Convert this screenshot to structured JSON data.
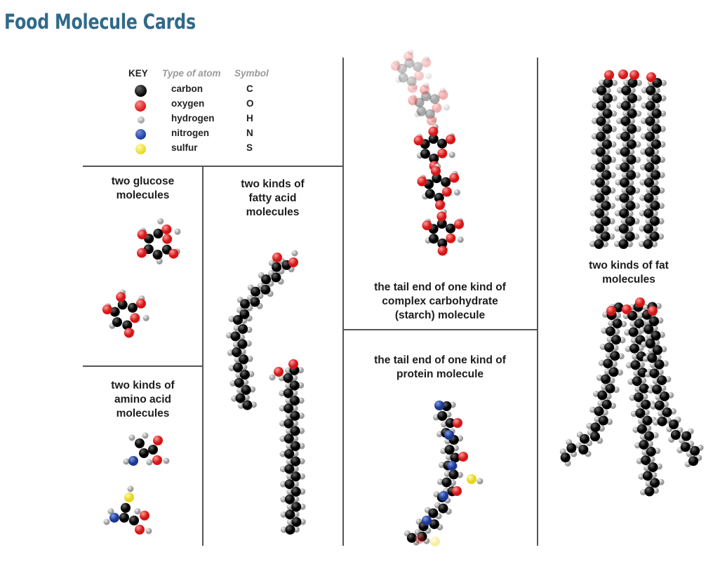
{
  "page": {
    "title": "Food Molecule Cards"
  },
  "key": {
    "title": "KEY",
    "header_type": "Type of atom",
    "header_symbol": "Symbol",
    "atoms": [
      {
        "name": "carbon",
        "symbol": "C",
        "color": "#111111"
      },
      {
        "name": "oxygen",
        "symbol": "O",
        "color": "#e02020"
      },
      {
        "name": "hydrogen",
        "symbol": "H",
        "color": "#b8b8b8"
      },
      {
        "name": "nitrogen",
        "symbol": "N",
        "color": "#1f3f9a"
      },
      {
        "name": "sulfur",
        "symbol": "S",
        "color": "#f2e22a"
      }
    ]
  },
  "cards": {
    "glucose": {
      "label_1": "two glucose",
      "label_2": "molecules"
    },
    "fatty_acid": {
      "label_1": "two kinds of",
      "label_2": "fatty acid",
      "label_3": "molecules"
    },
    "amino_acid": {
      "label_1": "two kinds of",
      "label_2": "amino acid",
      "label_3": "molecules"
    },
    "starch": {
      "label_1": "the tail end of one kind of",
      "label_2": "complex carbohydrate",
      "label_3": "(starch) molecule"
    },
    "protein": {
      "label_1": "the tail end of one kind of",
      "label_2": "protein molecule"
    },
    "fat": {
      "label_1": "two kinds of fat",
      "label_2": "molecules"
    }
  }
}
